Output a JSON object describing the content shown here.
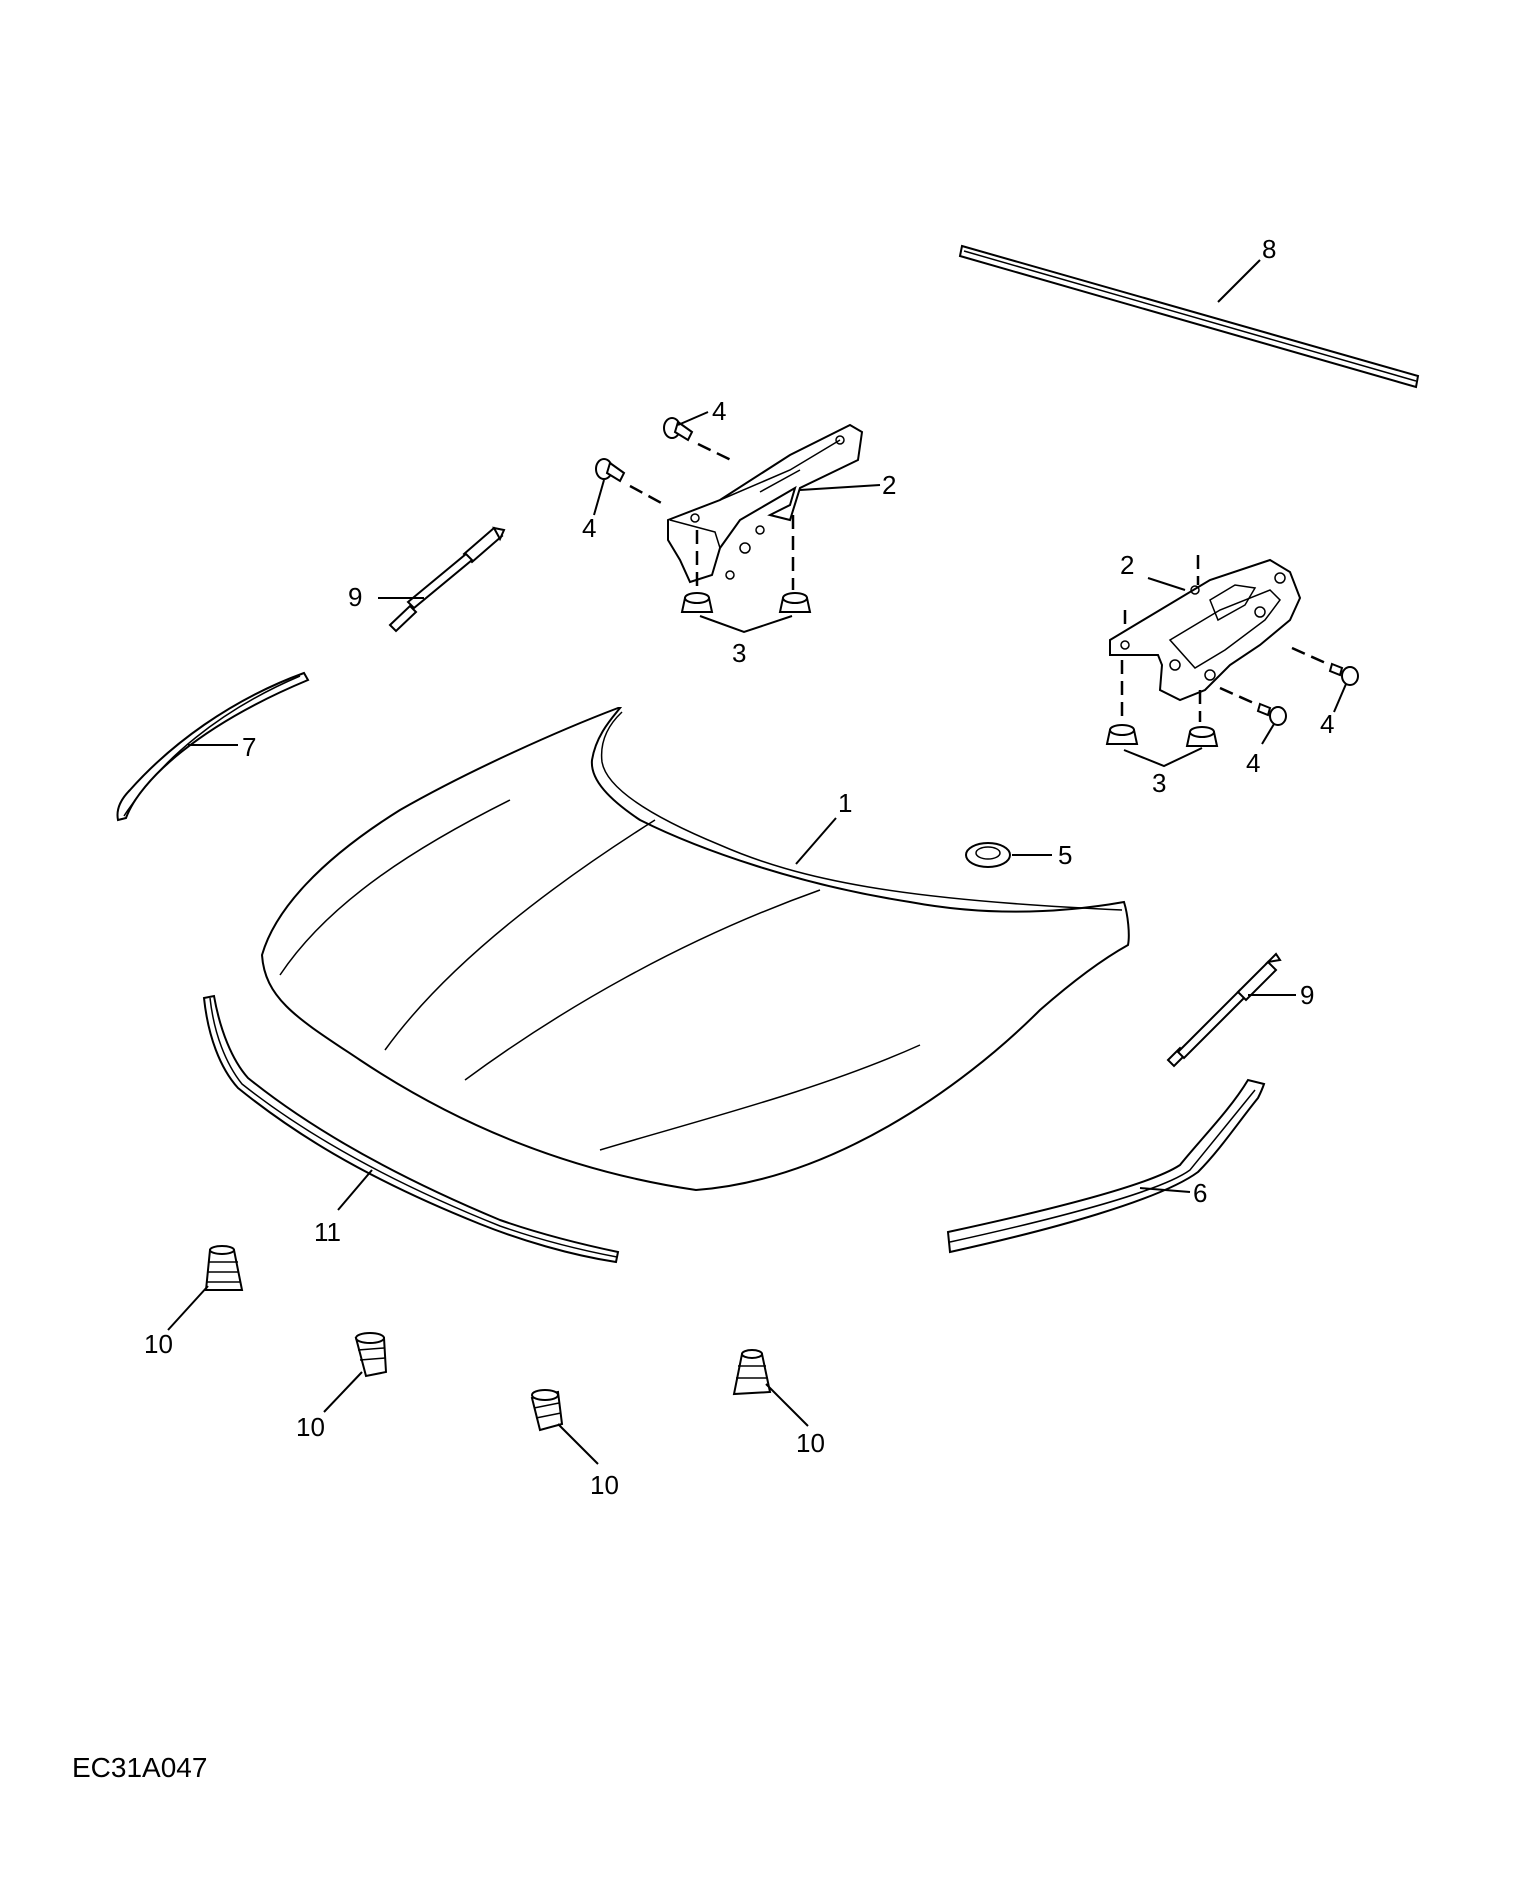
{
  "diagram": {
    "code": "EC31A047",
    "callouts": {
      "hood": "1",
      "hinge_left": "2",
      "hinge_right": "2",
      "nuts_left": "3",
      "nuts_right": "3",
      "bolt_left_top": "4",
      "bolt_left_mid": "4",
      "bolt_right_a": "4",
      "bolt_right_b": "4",
      "grommet": "5",
      "seal_right": "6",
      "seal_left": "7",
      "rear_seal": "8",
      "strut_left": "9",
      "strut_right": "9",
      "seal_front": "11",
      "bump_1": "10",
      "bump_2": "10",
      "bump_3": "10",
      "bump_4": "10"
    }
  }
}
